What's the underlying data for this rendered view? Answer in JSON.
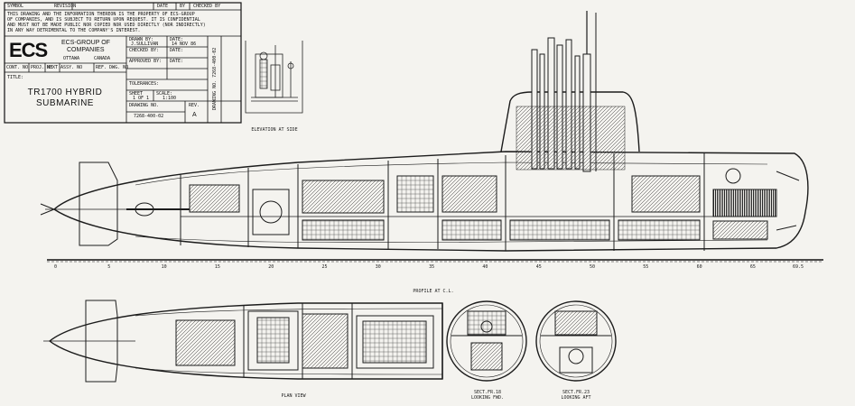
{
  "title_block": {
    "hdr_symbol": "SYMBOL",
    "hdr_revision": "REVISION",
    "hdr_date": "DATE",
    "hdr_by": "BY",
    "hdr_checked": "CHECKED BY",
    "notice_1": "THIS DRAWING AND THE INFORMATION THEREON IS THE PROPERTY OF ECS-GROUP",
    "notice_2": "OF COMPANIES, AND IS SUBJECT TO RETURN UPON REQUEST. IT IS CONFIDENTIAL",
    "notice_3": "AND MUST NOT BE MADE PUBLIC NOR COPIED NOR USED DIRECTLY (NOR INDIRECTLY)",
    "notice_4": "IN ANY WAY DETRIMENTAL TO THE COMPANY'S INTEREST.",
    "logo": "ECS",
    "company_1": "ECS-GROUP OF",
    "company_2": "COMPANIES",
    "city": "OTTAWA",
    "country": "CANADA",
    "drawn_by_label": "DRAWN BY:",
    "drawn_by": "J.SULLIVAN",
    "date_label": "DATE:",
    "drawn_date": "14 NOV 86",
    "checked_by_label": "CHECKED BY:",
    "date_label_2": "DATE:",
    "approved_by_label": "APPROVED BY:",
    "date_label_3": "DATE:",
    "cont_no": "CONT. NO",
    "proj_no": "PROJ. NO",
    "next_assy": "NEXT ASSY. NO",
    "ref_dwg": "REF. DWG. NO",
    "title_label": "TITLE:",
    "title_line1": "TR1700 HYBRID",
    "title_line2": "SUBMARINE",
    "tolerances_label": "TOLERANCES:",
    "sheet_label": "SHEET",
    "sheet_value": "1 OF 1",
    "scale_label": "SCALE:",
    "scale_value": "1:100",
    "drawing_no_label": "DRAWING NO.",
    "drawing_no": "7268-400-02",
    "rev_label": "REV.",
    "rev_value": "A",
    "side_vertical": "DRAWING NO. 7268-400-02"
  },
  "captions": {
    "elevation": "ELEVATION AT SIDE",
    "profile": "PROFILE AT C.L.",
    "plan": "PLAN VIEW",
    "sect1_a": "SECT.FR.18",
    "sect1_b": "LOOKING FWD.",
    "sect2_a": "SECT.FR.23",
    "sect2_b": "LOOKING AFT"
  },
  "frame_scale": {
    "labels": [
      "0",
      "5",
      "10",
      "15",
      "20",
      "25",
      "30",
      "35",
      "40",
      "45",
      "50",
      "55",
      "60",
      "65",
      "69.5"
    ]
  }
}
